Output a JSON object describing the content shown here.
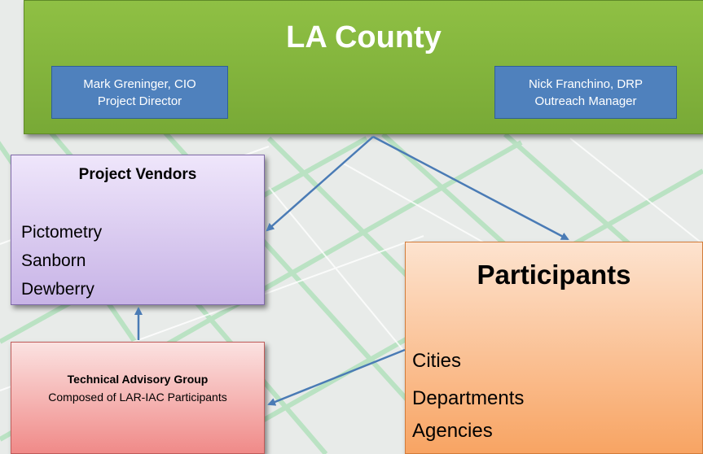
{
  "header": {
    "title": "LA County",
    "people": [
      {
        "line1": "Mark Greninger, CIO",
        "line2": "Project Director"
      },
      {
        "line1": "Nick Franchino, DRP",
        "line2": "Outreach Manager"
      }
    ]
  },
  "vendors": {
    "title": "Project Vendors",
    "items": [
      "Pictometry",
      "Sanborn",
      "Dewberry"
    ]
  },
  "advisory": {
    "title": "Technical Advisory Group",
    "subtitle": "Composed of LAR-IAC Participants"
  },
  "participants": {
    "title": "Participants",
    "items": [
      "Cities",
      "Departments",
      "Agencies"
    ]
  },
  "colors": {
    "header": "#7fb23a",
    "person_box": "#4f81bd",
    "vendors": "#d6c7ee",
    "advisory": "#f4a5a3",
    "participants": "#fbbf8a",
    "arrow": "#4a7bb5"
  }
}
